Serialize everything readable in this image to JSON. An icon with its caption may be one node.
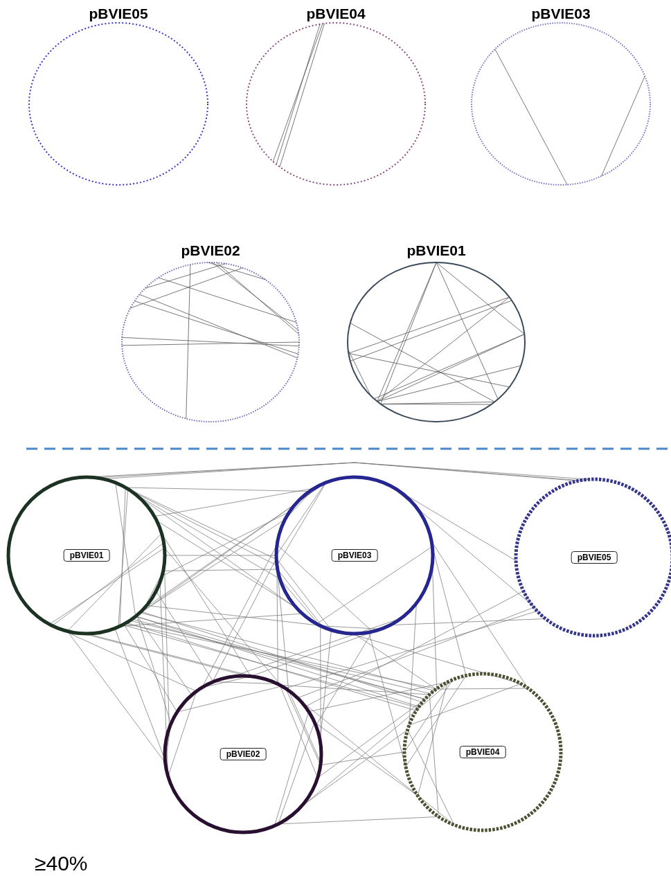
{
  "diagram": {
    "nodes": [
      {
        "text": [
          "pBVIE05"
        ]
      },
      {
        "text": [
          "pBVIE04"
        ]
      },
      {
        "text": [
          "pBVIE03"
        ]
      },
      {
        "text": [
          "pBVIE02"
        ]
      },
      {
        "text": [
          "pBVIE01"
        ]
      },
      {
        "text": [
          "pBVIE01"
        ]
      },
      {
        "text": [
          "pBVIE03"
        ]
      },
      {
        "text": [
          "pBVIE05"
        ]
      },
      {
        "text": [
          "pBVIE02"
        ]
      },
      {
        "text": [
          "pBVIE04"
        ]
      }
    ],
    "edges": [
      {
        "from": 5,
        "to": 6,
        "arrow": "none"
      },
      {
        "from": 5,
        "to": 7,
        "arrow": "none"
      },
      {
        "from": 6,
        "to": 7,
        "arrow": "none"
      },
      {
        "from": 5,
        "to": 8,
        "arrow": "none"
      },
      {
        "from": 5,
        "to": 9,
        "arrow": "none"
      },
      {
        "from": 6,
        "to": 8,
        "arrow": "none"
      },
      {
        "from": 6,
        "to": 9,
        "arrow": "none"
      },
      {
        "from": 8,
        "to": 9,
        "arrow": "none"
      },
      {
        "from": 8,
        "to": 7,
        "arrow": "none"
      }
    ],
    "labels": [
      "≥40%"
    ]
  }
}
